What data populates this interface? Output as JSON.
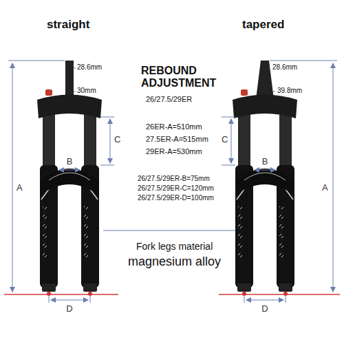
{
  "diagram": {
    "labels": [
      "straight",
      "28.6mm",
      "30mm",
      "tapered",
      "28.6mm",
      "39.8mm",
      "REBOUND ADJUSTMENT",
      "26/27.5/29ER",
      "C",
      "26ER-A=510mm",
      "27.5ER-A=515mm",
      "29ER-A=530mm",
      "C",
      "B",
      "26/27.5/29ER-B=75mm",
      "26/27.5/29ER-C=120mm",
      "26/27.5/29ER-D=100mm",
      "B",
      "A",
      "A",
      "Fork legs material",
      "magnesium alloy",
      "D",
      "D"
    ]
  }
}
